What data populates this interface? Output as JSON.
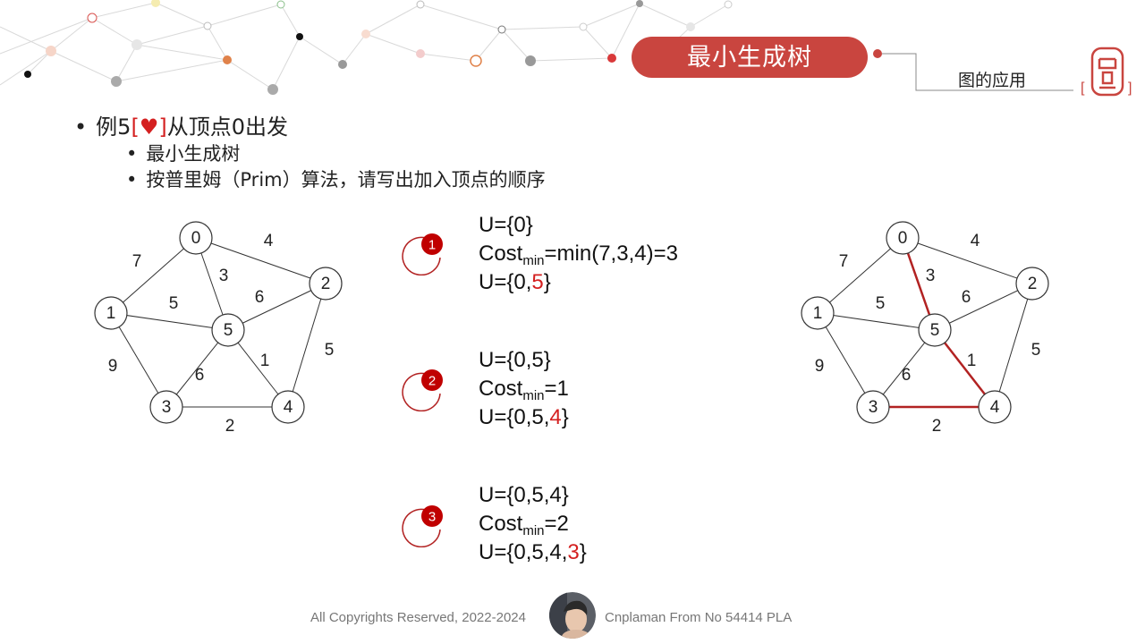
{
  "header": {
    "title": "最小生成树",
    "section": "图的应用",
    "accent_color": "#c9453f"
  },
  "content": {
    "example": {
      "prefix": "例5",
      "bracket_open": "[",
      "heart": "♥",
      "bracket_close": "]",
      "suffix": "从顶点0出发"
    },
    "sub_bullets": [
      "最小生成树",
      "按普里姆（Prim）算法，请写出加入顶点的顺序"
    ]
  },
  "graph": {
    "nodes": [
      "0",
      "1",
      "2",
      "3",
      "4",
      "5"
    ],
    "edges": [
      {
        "from": "0",
        "to": "1",
        "weight": "7"
      },
      {
        "from": "0",
        "to": "2",
        "weight": "4"
      },
      {
        "from": "0",
        "to": "5",
        "weight": "3"
      },
      {
        "from": "1",
        "to": "5",
        "weight": "5"
      },
      {
        "from": "5",
        "to": "2",
        "weight": "6"
      },
      {
        "from": "2",
        "to": "4",
        "weight": "5"
      },
      {
        "from": "1",
        "to": "3",
        "weight": "9"
      },
      {
        "from": "5",
        "to": "3",
        "weight": "6"
      },
      {
        "from": "5",
        "to": "4",
        "weight": "1"
      },
      {
        "from": "3",
        "to": "4",
        "weight": "2"
      }
    ],
    "tree_edges_highlighted": [
      [
        "0",
        "5"
      ],
      [
        "5",
        "4"
      ],
      [
        "3",
        "4"
      ]
    ],
    "highlight_color": "#b22222"
  },
  "steps": [
    {
      "number": "1",
      "line1": "U={0}",
      "cost_label": "Cost",
      "cost_sub": "min",
      "cost_value": "=min(7,3,4)=3",
      "result_prefix": "U={0,",
      "result_new": "5",
      "result_suffix": "}"
    },
    {
      "number": "2",
      "line1": "U={0,5}",
      "cost_label": "Cost",
      "cost_sub": "min",
      "cost_value": "=1",
      "result_prefix": "U={0,5,",
      "result_new": "4",
      "result_suffix": "}"
    },
    {
      "number": "3",
      "line1": "U={0,5,4}",
      "cost_label": "Cost",
      "cost_sub": "min",
      "cost_value": "=2",
      "result_prefix": "U={0,5,4,",
      "result_new": "3",
      "result_suffix": "}"
    }
  ],
  "footer": {
    "copyright": "All Copyrights Reserved, 2022-2024",
    "author": "Cnplaman From No 54414 PLA"
  }
}
